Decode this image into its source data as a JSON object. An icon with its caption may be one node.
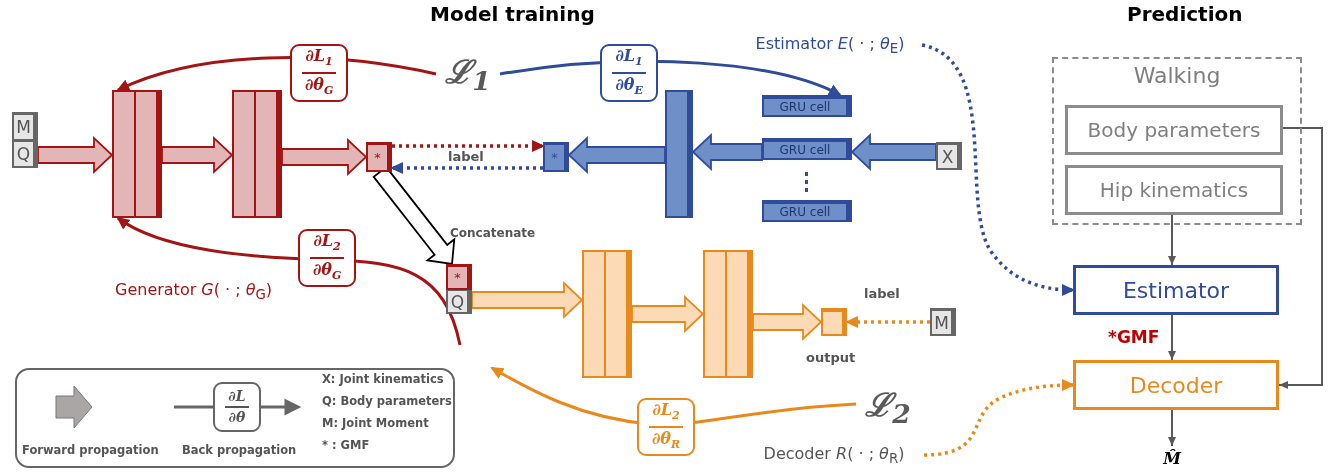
{
  "diagram": {
    "nodes": [
      {
        "text": [
          "M",
          "Q"
        ]
      },
      {
        "text": [],
        "shape": "bar"
      },
      {
        "text": [],
        "shape": "bar"
      },
      {
        "text": [
          "*"
        ]
      },
      {
        "text": [
          "ℒ$_{1}$"
        ]
      },
      {
        "text": [
          "*"
        ]
      },
      {
        "text": [],
        "shape": "bar"
      },
      {
        "text": [
          "GRU cell"
        ]
      },
      {
        "text": [
          "GRU cell"
        ]
      },
      {
        "text": [
          "GRU cell"
        ]
      },
      {
        "text": [
          "X"
        ]
      },
      {
        "text": [
          "Estimator *E*( · ; *θ*$_{E}$)"
        ]
      },
      {
        "text": [
          "*",
          "Q"
        ]
      },
      {
        "text": [],
        "shape": "bar"
      },
      {
        "text": [],
        "shape": "bar"
      },
      {
        "text": [],
        "shape": "box",
        "beside": [
          "output"
        ]
      },
      {
        "text": [
          "M"
        ]
      },
      {
        "text": [
          "ℒ$_{2}$"
        ]
      },
      {
        "text": [
          "Decoder *R*( · ; *θ*$_{R}$)"
        ]
      },
      {
        "text": [
          "Walking"
        ]
      },
      {
        "text": [
          "Body parameters"
        ],
        "in": 19
      },
      {
        "text": [
          "Hip kinematics"
        ],
        "in": 19
      },
      {
        "text": [
          "Estimator"
        ]
      },
      {
        "text": [
          "Decoder"
        ]
      },
      {
        "text": [
          "M̂"
        ]
      }
    ],
    "edges": [
      {
        "from": 4,
        "to": 1,
        "arrow": "to",
        "label": "∂L$_{1}$ ∂θ$_{G}$",
        "color": "#a31515"
      },
      {
        "from": 4,
        "to": 7,
        "arrow": "to",
        "label": "∂L$_{1}$ ∂θ$_{E}$",
        "color": "#2f4b9a"
      },
      {
        "from": null,
        "to": 1,
        "arrow": "to",
        "label": "∂L$_{2}$ ∂θ$_{G}$",
        "color": "#a31515"
      },
      {
        "from": 17,
        "to": null,
        "arrow": "to",
        "label": "∂L$_{2}$ ∂θ$_{R}$",
        "color": "#e8891c"
      },
      {
        "from": 0,
        "to": 1,
        "arrow": "to",
        "style": "thick",
        "color": "#a31515"
      },
      {
        "from": 1,
        "to": 2,
        "arrow": "to",
        "style": "thick",
        "color": "#a31515"
      },
      {
        "from": 2,
        "to": 3,
        "arrow": "to",
        "style": "thick",
        "color": "#a31515"
      },
      {
        "from": 10,
        "to": 8,
        "arrow": "to",
        "style": "thick",
        "color": "#2f4b9a"
      },
      {
        "from": 8,
        "to": 6,
        "arrow": "to",
        "style": "thick",
        "color": "#2f4b9a"
      },
      {
        "from": 6,
        "to": 5,
        "arrow": "to",
        "style": "thick",
        "color": "#2f4b9a"
      },
      {
        "from": 3,
        "to": 5,
        "arrow": "to",
        "style": "dashed",
        "color": "#a31515",
        "label": "label"
      },
      {
        "from": 5,
        "to": 3,
        "arrow": "to",
        "style": "dashed",
        "color": "#2f4b9a"
      },
      {
        "from": 3,
        "to": 12,
        "arrow": "to",
        "style": "thick",
        "color": "#000000"
      },
      {
        "from": 12,
        "to": 13,
        "arrow": "to",
        "style": "thick",
        "color": "#e8891c"
      },
      {
        "from": 13,
        "to": 14,
        "arrow": "to",
        "style": "thick",
        "color": "#e8891c"
      },
      {
        "from": 14,
        "to": 15,
        "arrow": "to",
        "style": "thick",
        "color": "#e8891c"
      },
      {
        "from": 16,
        "to": 15,
        "arrow": "to",
        "style": "dashed",
        "color": "#e8891c",
        "label": "label"
      },
      {
        "from": 11,
        "to": 22,
        "arrow": "to",
        "style": "dashed",
        "color": "#2f4b9a"
      },
      {
        "from": 18,
        "to": 23,
        "arrow": "to",
        "style": "dashed",
        "color": "#e8891c"
      },
      {
        "from": 21,
        "to": 22,
        "arrow": "to",
        "color": "#595959"
      },
      {
        "from": 22,
        "to": 23,
        "arrow": "to",
        "label": "*GMF",
        "color": "#595959"
      },
      {
        "from": 20,
        "to": 23,
        "arrow": "to",
        "color": "#595959"
      },
      {
        "from": 23,
        "to": 24,
        "arrow": "to",
        "color": "#595959"
      }
    ],
    "labels": [
      "Model training",
      "Prediction",
      "Generator *G*( · ; *θ*$_{G}$)",
      "Concatenate",
      "∂L ∂θ",
      "X: Joint kinematics",
      "Q: Body parameters",
      "M: Joint Moment",
      "* : GMF"
    ],
    "legend": [
      {
        "text": "Forward propagation"
      },
      {
        "text": "Back propagation"
      }
    ]
  }
}
